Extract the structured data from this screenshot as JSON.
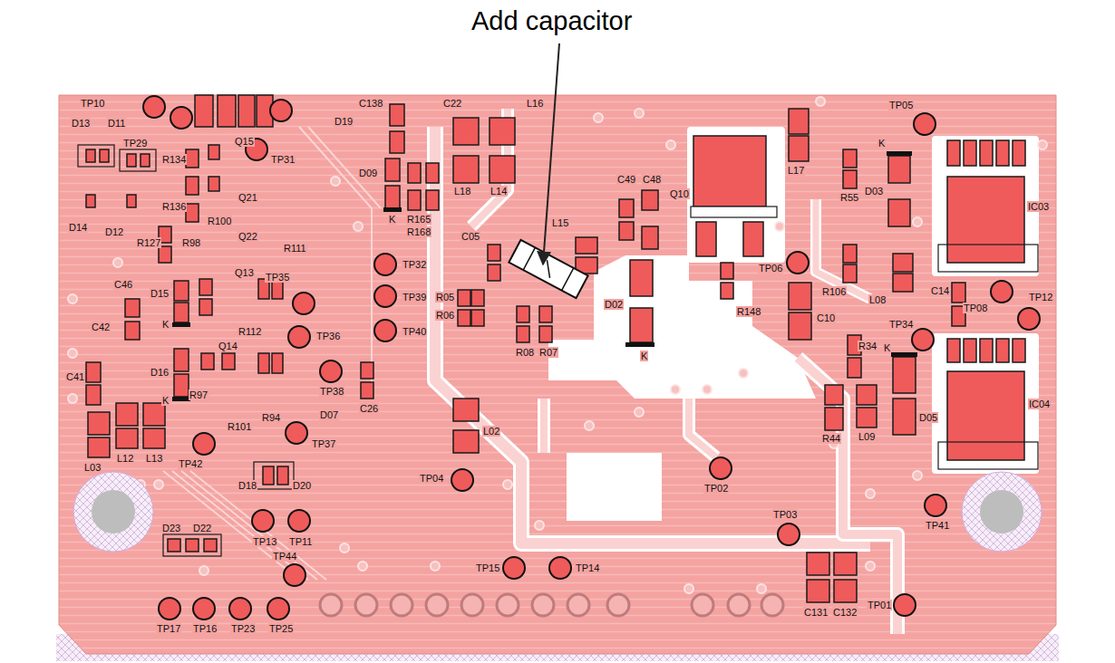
{
  "diagram": {
    "labels": [
      "Add capacitor",
      "TP10",
      "D13",
      "D11",
      "TP29",
      "R134",
      "R136",
      "Q15",
      "TP31",
      "C138",
      "D19",
      "D09",
      "K",
      "R165",
      "R168",
      "D14",
      "D12",
      "R127",
      "R98",
      "Q21",
      "Q22",
      "R100",
      "R111",
      "Q13",
      "TP35",
      "D15",
      "K",
      "C46",
      "C42",
      "C41",
      "R112",
      "Q14",
      "TP36",
      "D16",
      "K",
      "R97",
      "R101",
      "R94",
      "TP38",
      "D07",
      "TP37",
      "C26",
      "L03",
      "L12",
      "L13",
      "TP42",
      "D18",
      "D20",
      "TP13",
      "TP11",
      "TP44",
      "D23",
      "D22",
      "TP17",
      "TP16",
      "TP23",
      "TP25",
      "TP32",
      "TP39",
      "TP40",
      "C22",
      "L18",
      "L14",
      "L16",
      "C05",
      "R05",
      "R06",
      "R08",
      "R07",
      "L02",
      "TP04",
      "C49",
      "C48",
      "Q10",
      "L15",
      "D02",
      "K",
      "TP06",
      "R148",
      "C10",
      "L17",
      "TP05",
      "R55",
      "D03",
      "K",
      "L08",
      "R106",
      "IC03",
      "C14",
      "TP08",
      "TP12",
      "TP34",
      "R34",
      "D05",
      "K",
      "L09",
      "R44",
      "IC04",
      "TP02",
      "TP03",
      "TP41",
      "TP01",
      "TP15",
      "TP14",
      "C131",
      "C132"
    ]
  }
}
